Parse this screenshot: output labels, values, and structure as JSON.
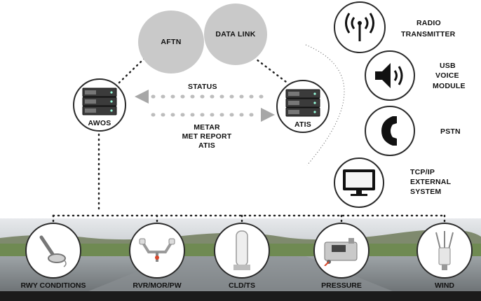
{
  "bubbles": {
    "aftn": "AFTN",
    "data_link": "DATA LINK"
  },
  "nodes": {
    "awos": "AWOS",
    "atis": "ATIS"
  },
  "links": {
    "status": "STATUS",
    "metar_lines": [
      "METAR",
      "MET REPORT",
      "ATIS"
    ]
  },
  "outputs": {
    "radio": [
      "RADIO",
      "TRANSMITTER"
    ],
    "usb": [
      "USB",
      "VOICE",
      "MODULE"
    ],
    "pstn": [
      "PSTN"
    ],
    "tcpip": [
      "TCP/IP",
      "EXTERNAL",
      "SYSTEM"
    ]
  },
  "sensors": {
    "rwy": "RWY CONDITIONS",
    "rvr": "RVR/MOR/PW",
    "cld": "CLD/TS",
    "pressure": "PRESSURE",
    "wind": "WIND"
  },
  "colors": {
    "bubble": "#c9c9c9",
    "arrow": "#a7a7a7",
    "dots": "#bdbdbd",
    "line": "#2a2a2a"
  },
  "icons": [
    "antenna-icon",
    "speaker-icon",
    "phone-icon",
    "monitor-icon",
    "server-icon",
    "probe-icon",
    "visibility-sensor-icon",
    "ceilometer-icon",
    "pressure-sensor-icon",
    "anemometer-icon"
  ]
}
